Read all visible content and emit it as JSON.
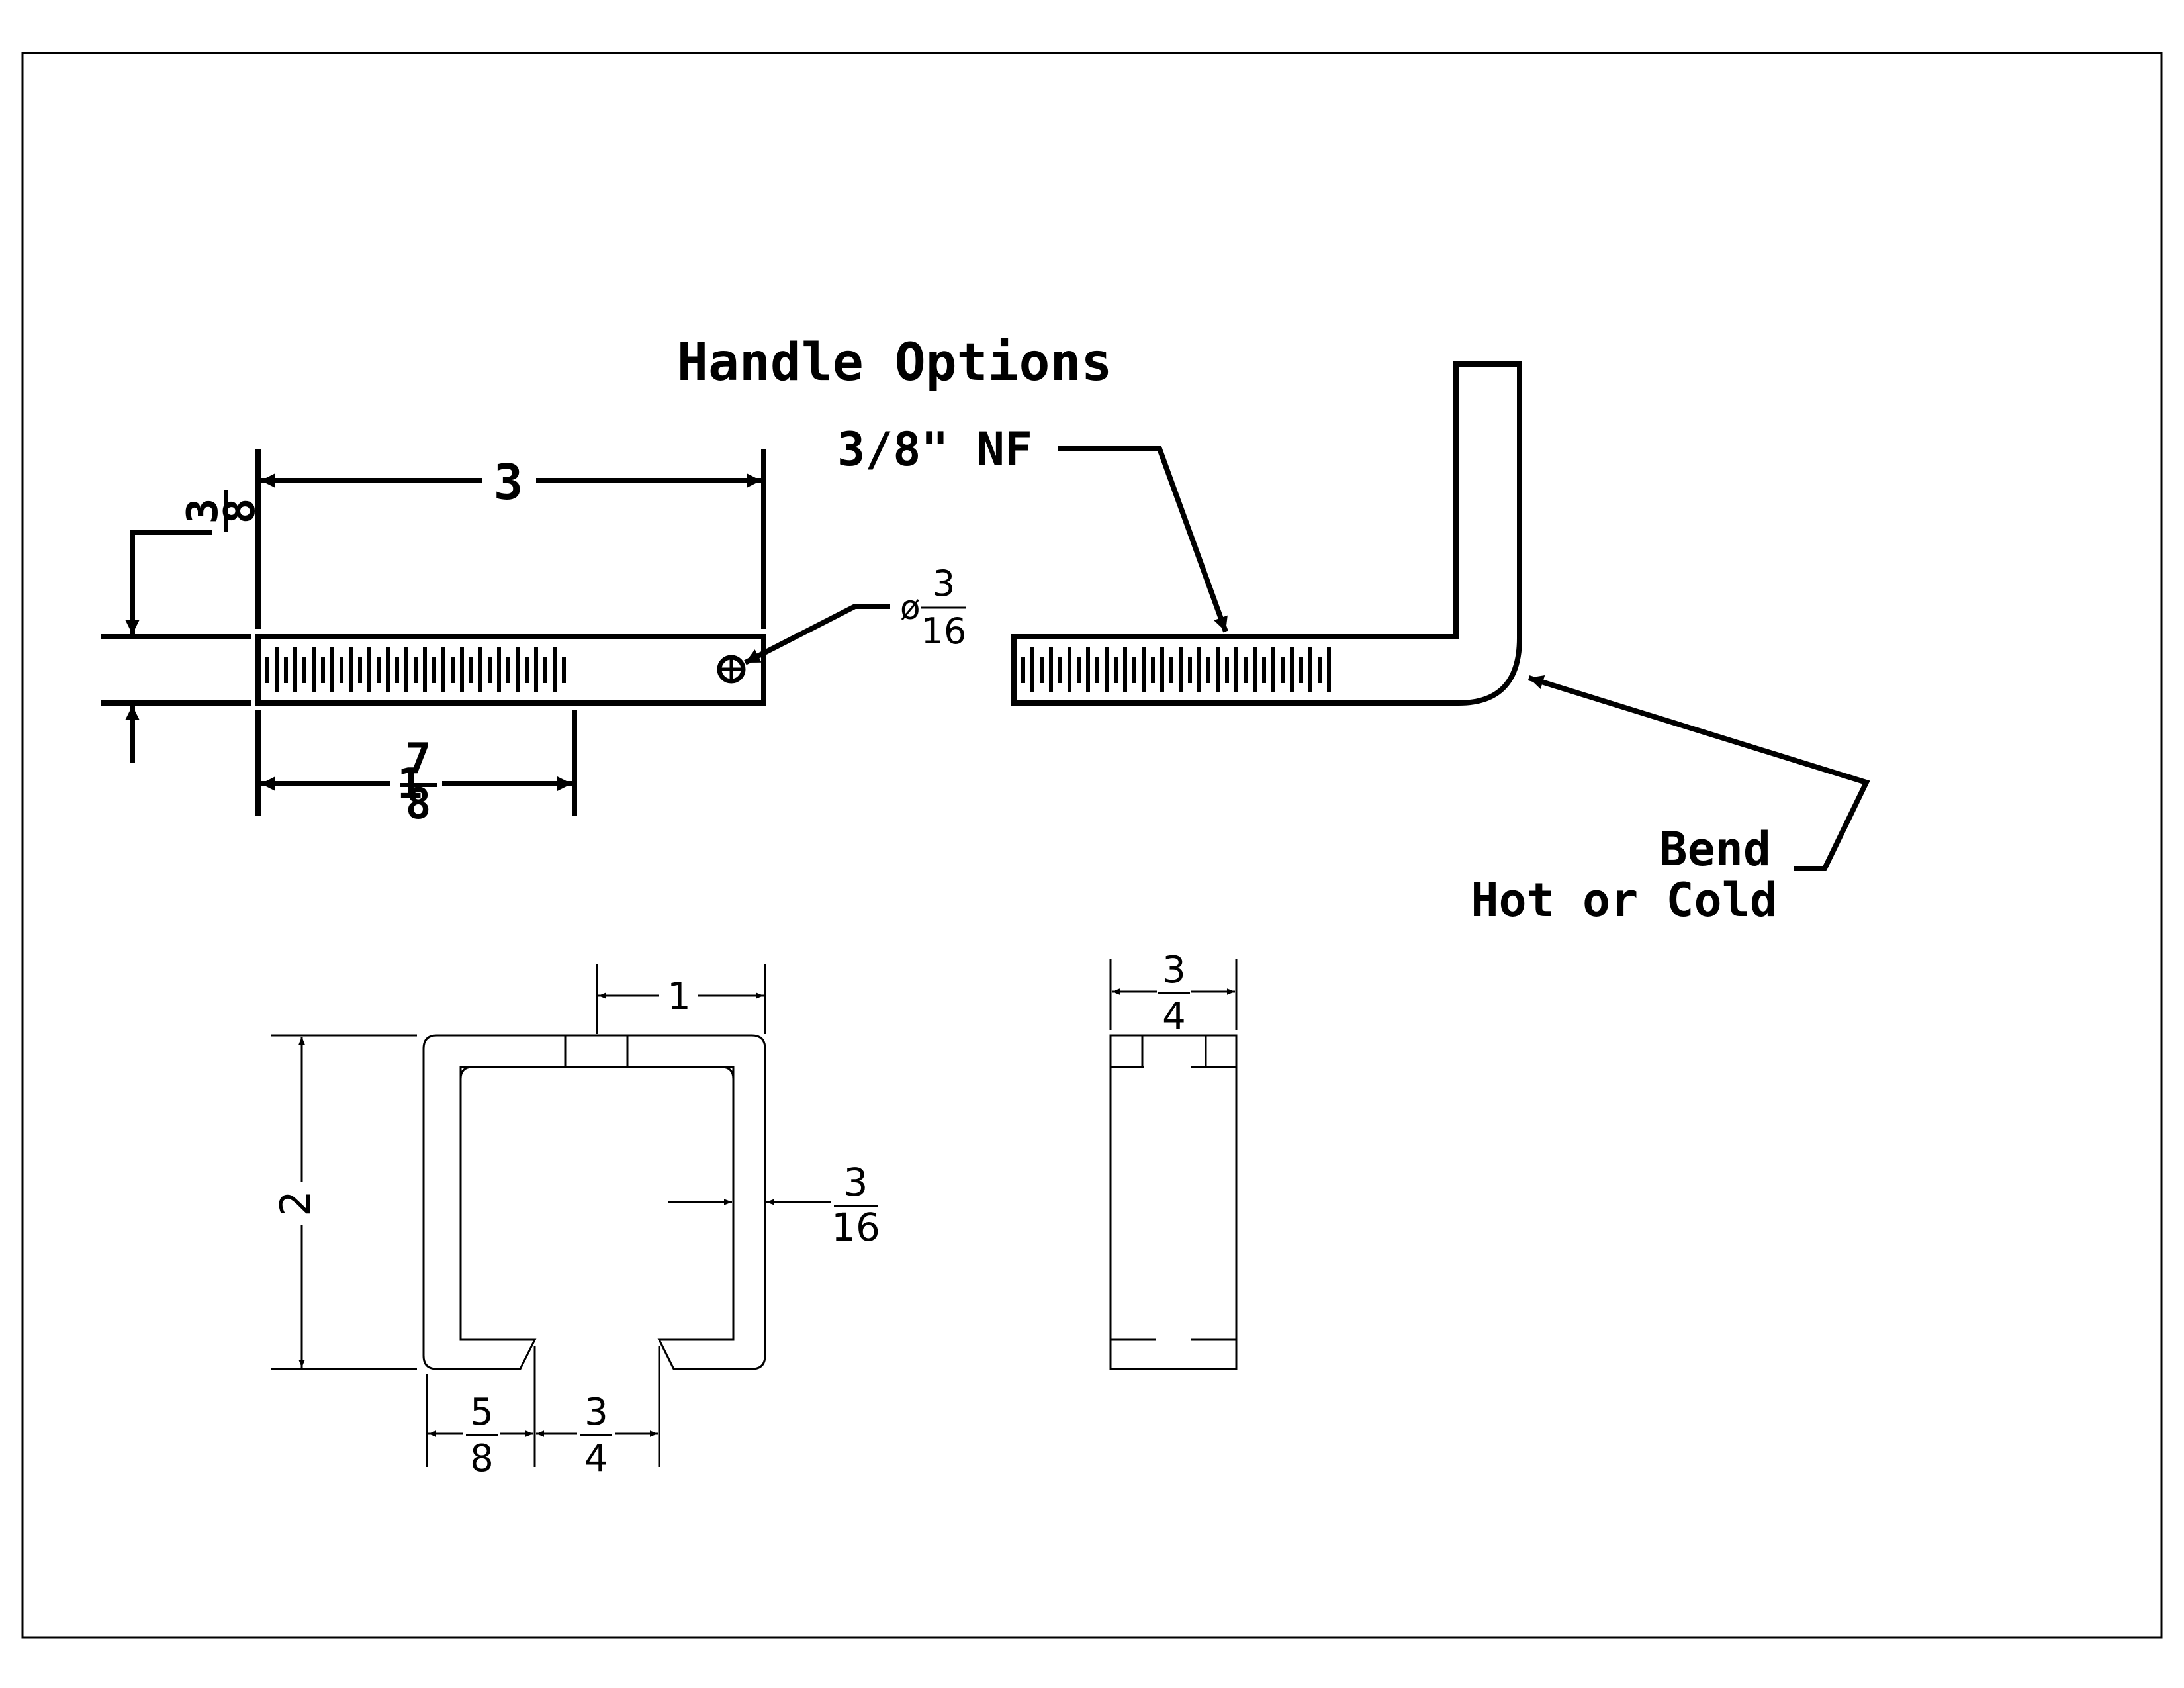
{
  "drawing": {
    "title": "Handle Options",
    "thread_callout": "3/8\" NF",
    "bend_note": [
      "Bend",
      "Hot or Cold"
    ],
    "handle_length": "3",
    "handle_thickness": {
      "num": "3",
      "den": "8"
    },
    "thread_length": {
      "whole": "1",
      "num": "7",
      "den": "8"
    },
    "hole_diameter": {
      "symbol": "ø",
      "num": "3",
      "den": "16"
    },
    "track_width": "1",
    "track_height": "2",
    "track_wall": {
      "num": "3",
      "den": "16"
    },
    "lip_width": {
      "num": "5",
      "den": "8"
    },
    "slot_width": {
      "num": "3",
      "den": "4"
    },
    "side_width": {
      "num": "3",
      "den": "4"
    }
  },
  "colors": {
    "ink": "#000000",
    "paper": "#ffffff"
  }
}
